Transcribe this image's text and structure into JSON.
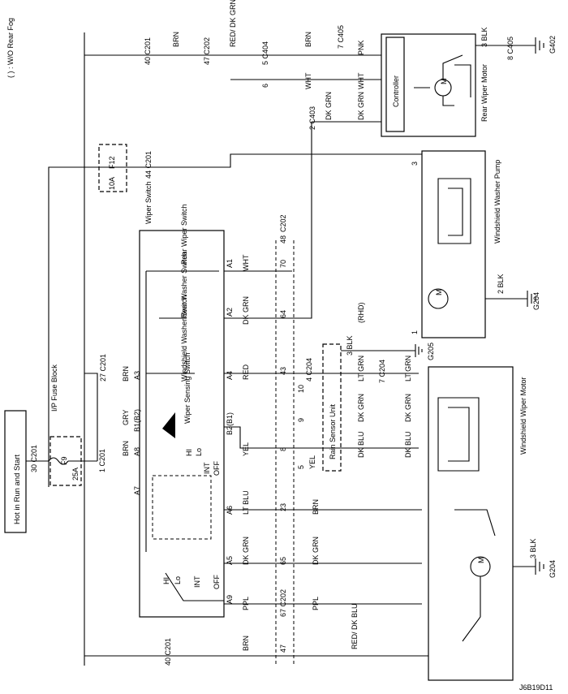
{
  "top": {
    "power_label": "Hot in Run and Start",
    "legend": "( ) : W/O Rear Fog",
    "fuse_block": "I/P\nFuse\nBlock",
    "f9": "F9",
    "f9_amp": "25A",
    "f12": "F12",
    "f12_amp": "10A",
    "diagram_code": "J6B19D11"
  },
  "connectors": {
    "c201": "C201",
    "c202": "C202",
    "c404": "C404",
    "c405": "C405",
    "c403": "C403",
    "c204": "C204",
    "g402": "G402",
    "g204": "G204",
    "g205": "G205"
  },
  "pins": {
    "p40": "40",
    "p47": "47",
    "p5": "5",
    "p7": "7",
    "p8": "8",
    "p3": "3",
    "p6": "6",
    "p4": "4",
    "p2": "2",
    "p1": "1",
    "p44": "44",
    "p30": "30",
    "p27": "27",
    "p48": "48",
    "p70": "70",
    "p64": "64",
    "p43": "43",
    "p65": "65",
    "p67": "67",
    "p23": "23",
    "p10": "10",
    "p9": "9"
  },
  "wires": {
    "brn": "BRN",
    "red_dk_grn": "RED/\nDK GRN",
    "pnk": "PNK",
    "blk": "BLK",
    "wht": "WHT",
    "dk_grn": "DK GRN",
    "red": "RED",
    "yel": "YEL",
    "lt_blu": "LT BLU",
    "ppl": "PPL",
    "red_dk_blu": "RED/\nDK BLU",
    "gry": "GRY",
    "lt_grn": "LT\nGRN",
    "dk_blu": "DK BLU",
    "rhd": "(RHD)"
  },
  "components": {
    "controller": "Controller",
    "rear_wiper_motor": "Rear\nWiper\nMotor",
    "washer_pump": "Windshield Washer\nPump",
    "wiper_switch": "Wiper\nSwitch",
    "rear_wiper_sw": "Rear\nWiper\nSwitch",
    "rear_washer_sw": "Rear\nWasher\nSwitch",
    "ws_washer_sw": "Windshield\nWasher\nSwitch",
    "wiper_sensing_sw": "Wiper\nSensing\nSwitch",
    "rain_sensor": "Rain Sensor Unit",
    "ws_wiper_motor": "Windshield Wiper\nMotor",
    "motor_symbol": "M"
  },
  "switch_terms": {
    "a1": "A1",
    "a2": "A2",
    "a3": "A3",
    "a4": "A4",
    "a5": "A5",
    "a6": "A6",
    "a7": "A7",
    "a8": "A8",
    "a9": "A9",
    "b1": "B1(B2)",
    "b2": "B2(B1)"
  },
  "positions": {
    "hi": "HI",
    "lo": "Lo",
    "int": "INT",
    "off": "OFF"
  }
}
